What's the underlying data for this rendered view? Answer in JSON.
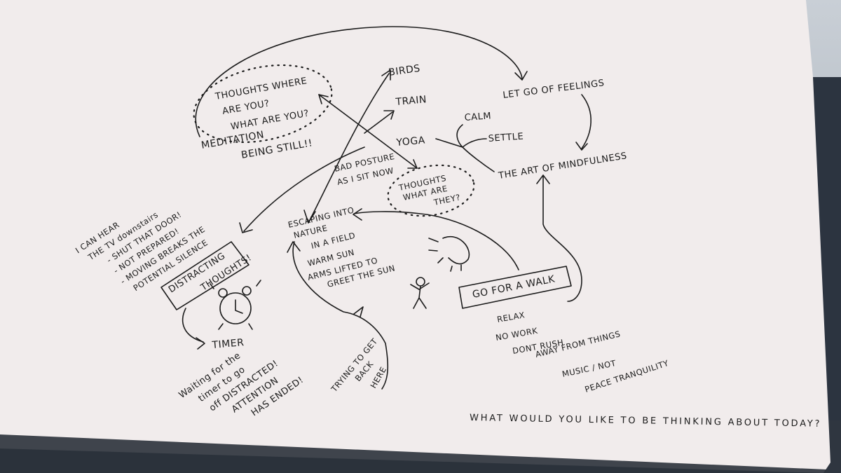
{
  "meditation": {
    "bubble_lines": [
      "THOUGHTS WHERE",
      "ARE YOU?",
      "WHAT ARE YOU?"
    ],
    "label": "MEDITATION",
    "sub": "BEING STILL!!"
  },
  "birds": "BIRDS",
  "train": "TRAIN",
  "yoga": "YOGA",
  "calm": "CALM",
  "settle": "SETTLE",
  "let_go": "LET GO OF FEELINGS",
  "mindfulness": "THE ART OF MINDFULNESS",
  "bad_posture": [
    "BAD POSTURE",
    "AS I SIT NOW"
  ],
  "thoughts_bubble": [
    "THOUGHTS",
    "WHAT ARE",
    "THEY?"
  ],
  "hear_list": [
    "I CAN HEAR",
    "THE TV downstairs",
    "- SHUT THAT DOOR!",
    "- NOT PREPARED!",
    "- MOVING BREAKS THE",
    "POTENTIAL SILENCE"
  ],
  "distracting": [
    "DISTRACTING",
    "THOUGHTS!"
  ],
  "timer": "TIMER",
  "waiting": [
    "Waiting for the",
    "timer to go",
    "off DISTRACTED!",
    "ATTENTION",
    "HAS ENDED!"
  ],
  "escaping": [
    "ESCAPING INTO",
    "NATURE"
  ],
  "field": [
    "IN A FIELD",
    "WARM SUN",
    "ARMS LIFTED TO",
    "GREET THE SUN"
  ],
  "trying": [
    "TRYING TO GET",
    "BACK",
    "HERE"
  ],
  "walk": "GO FOR A WALK",
  "walk_list": [
    "RELAX",
    "NO WORK",
    "DONT RUSH",
    "AWAY FROM THINGS",
    "MUSIC / NOT",
    "PEACE TRANQUILITY"
  ],
  "question": "WHAT WOULD YOU LIKE TO BE THINKING ABOUT TODAY?"
}
